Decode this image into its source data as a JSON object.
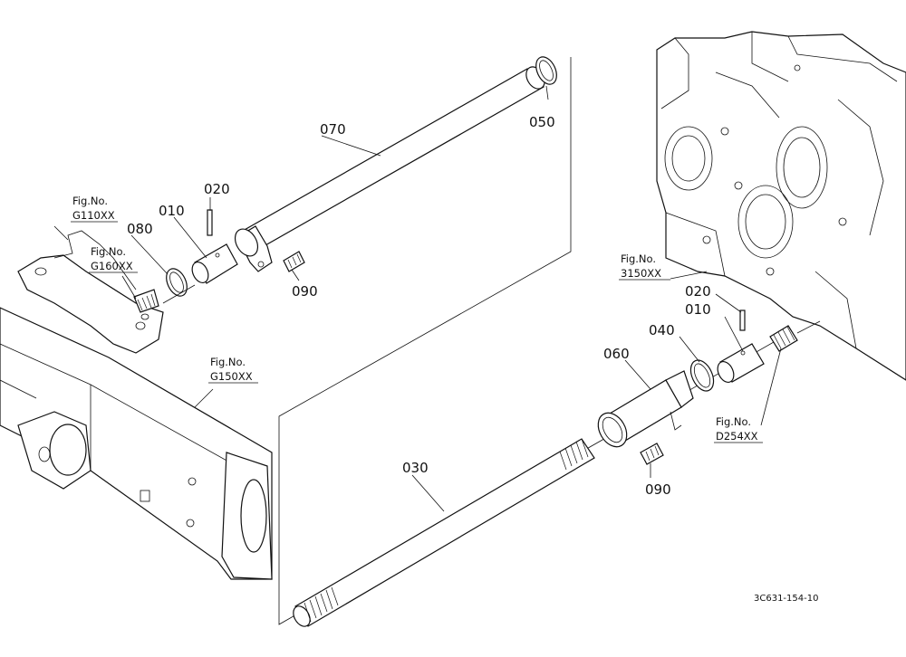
{
  "parts": [
    {
      "id": "p070",
      "label": "070"
    },
    {
      "id": "p050",
      "label": "050"
    },
    {
      "id": "p020a",
      "label": "020"
    },
    {
      "id": "p010a",
      "label": "010"
    },
    {
      "id": "p080",
      "label": "080"
    },
    {
      "id": "p090a",
      "label": "090"
    },
    {
      "id": "p020b",
      "label": "020"
    },
    {
      "id": "p010b",
      "label": "010"
    },
    {
      "id": "p040",
      "label": "040"
    },
    {
      "id": "p060",
      "label": "060"
    },
    {
      "id": "p030",
      "label": "030"
    },
    {
      "id": "p090b",
      "label": "090"
    }
  ],
  "fig_refs": [
    {
      "id": "g110",
      "line1": "Fig.No.",
      "line2": "G110XX"
    },
    {
      "id": "g160",
      "line1": "Fig.No.",
      "line2": "G160XX"
    },
    {
      "id": "g150",
      "line1": "Fig.No.",
      "line2": "G150XX"
    },
    {
      "id": "f3150",
      "line1": "Fig.No.",
      "line2": "3150XX"
    },
    {
      "id": "d254",
      "line1": "Fig.No.",
      "line2": "D254XX"
    }
  ],
  "drawing_code": "3C631-154-10"
}
